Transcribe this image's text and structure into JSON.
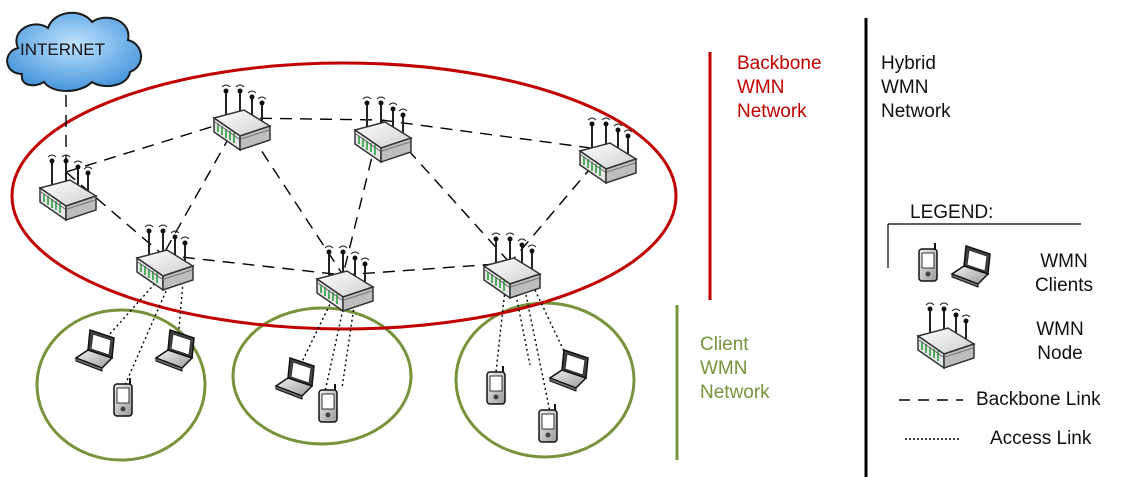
{
  "internet": {
    "label": "INTERNET"
  },
  "backbone_network": {
    "line1": "Backbone",
    "line2": "WMN",
    "line3": "Network",
    "color": "#c00000"
  },
  "client_network": {
    "line1": "Client",
    "line2": "WMN",
    "line3": "Network",
    "color": "#77933c"
  },
  "hybrid_network": {
    "line1": "Hybrid",
    "line2": "WMN",
    "line3": "Network"
  },
  "legend": {
    "title": "LEGEND:",
    "clients": {
      "line1": "WMN",
      "line2": "Clients"
    },
    "node": {
      "line1": "WMN",
      "line2": "Node"
    },
    "backbone_link": "Backbone Link",
    "access_link": "Access Link"
  }
}
